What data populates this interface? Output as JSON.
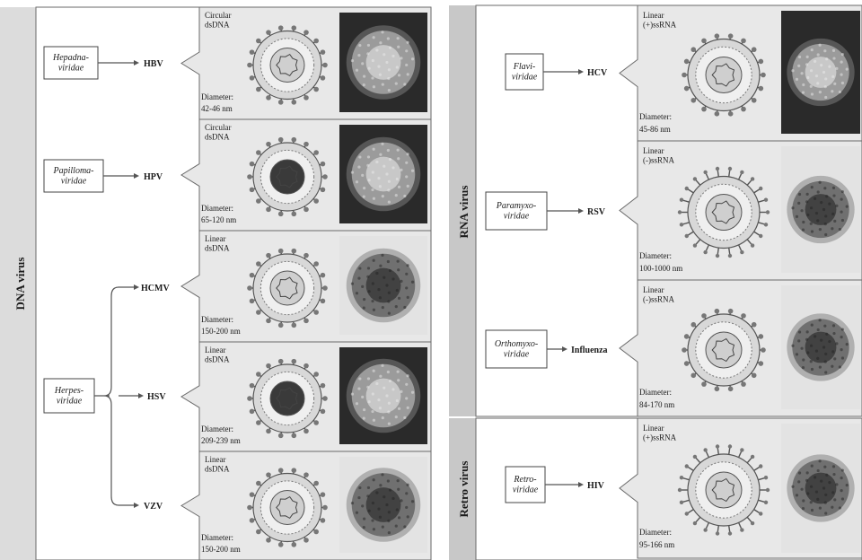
{
  "dna_panel": {
    "label": "DNA virus",
    "families": [
      {
        "id": "hepadna",
        "name": "Hepadna-\nviridae",
        "viruses": [
          "HBV"
        ]
      },
      {
        "id": "papilloma",
        "name": "Papilloma-\nviridae",
        "viruses": [
          "HPV"
        ]
      },
      {
        "id": "herpes",
        "name": "Herpes-\nviridae",
        "viruses": [
          "HCMV",
          "HSV",
          "VZV"
        ]
      }
    ],
    "rows": [
      {
        "virus": "HBV",
        "genome": "Circular\ndsDNA",
        "diameter_label": "Diameter:",
        "diameter": "42-46 nm"
      },
      {
        "virus": "HPV",
        "genome": "Circular\ndsDNA",
        "diameter_label": "Diameter:",
        "diameter": "65-120 nm"
      },
      {
        "virus": "HCMV",
        "genome": "Linear\ndsDNA",
        "diameter_label": "Diameter:",
        "diameter": "150-200 nm"
      },
      {
        "virus": "HSV",
        "genome": "Linear\ndsDNA",
        "diameter_label": "Diameter:",
        "diameter": "209-239 nm"
      },
      {
        "virus": "VZV",
        "genome": "Linear\ndsDNA",
        "diameter_label": "Diameter:",
        "diameter": "150-200 nm"
      }
    ]
  },
  "rna_panel": {
    "label": "RNA virus",
    "rows": [
      {
        "family": "Flavi-\nviridae",
        "virus": "HCV",
        "genome": "Linear\n(+)ssRNA",
        "diameter_label": "Diameter:",
        "diameter": "45-86 nm"
      },
      {
        "family": "Paramyxo-\nviridae",
        "virus": "RSV",
        "genome": "Linear\n(-)ssRNA",
        "diameter_label": "Diameter:",
        "diameter": "100-1000 nm"
      },
      {
        "family": "Orthomyxo-\nviridae",
        "virus": "Influenza",
        "genome": "Linear\n(-)ssRNA",
        "diameter_label": "Diameter:",
        "diameter": "84-170 nm"
      }
    ]
  },
  "retro_panel": {
    "label": "Retro virus",
    "rows": [
      {
        "family": "Retro-\nviridae",
        "virus": "HIV",
        "genome": "Linear\n(+)ssRNA",
        "diameter_label": "Diameter:",
        "diameter": "95-166 nm"
      }
    ]
  },
  "colors": {
    "side_band": "#c8c8c8",
    "cell_bg": "#e8e8e8",
    "border": "#6a6a6a",
    "text": "#1b1b1b"
  }
}
